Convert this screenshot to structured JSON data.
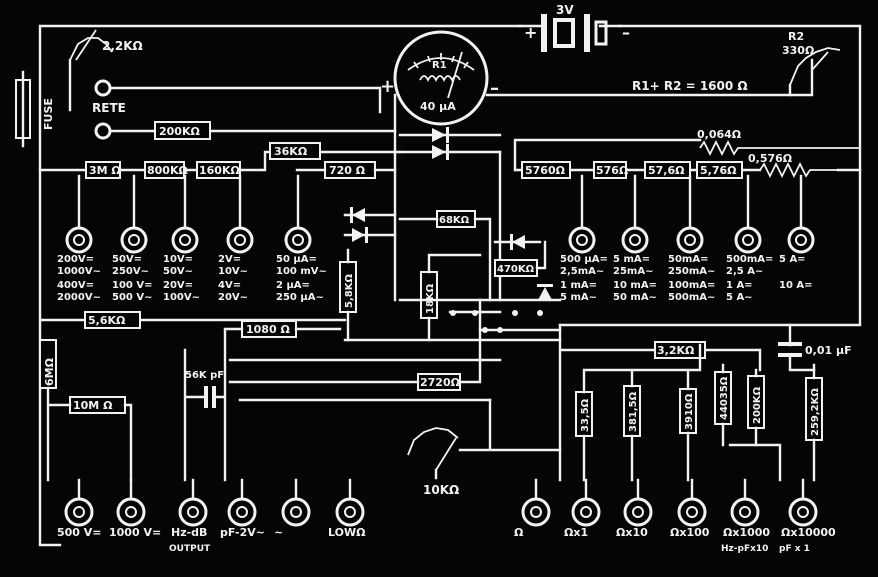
{
  "battery": {
    "label": "3V",
    "plus": "+",
    "minus": "–"
  },
  "meter": {
    "name": "R1",
    "value": "40 µA",
    "plus": "+",
    "minus": "–"
  },
  "r2": {
    "name": "R2",
    "value": "330Ω"
  },
  "sum": "R1+ R2 = 1600 Ω",
  "pot1": "2,2KΩ",
  "pot2": "10KΩ",
  "fuse": "FUSE",
  "rete": "RETE",
  "cap_main": "0,01 µF",
  "cap_small": "56K pF",
  "resistors": {
    "r200k_top": "200KΩ",
    "r3m": "3M Ω",
    "r800k": "800KΩ",
    "r160k": "160KΩ",
    "r36k": "36KΩ",
    "r720": "720 Ω",
    "r5760": "5760Ω",
    "r576": "576Ω",
    "r57_6": "57,6Ω",
    "r5_76": "5,76Ω",
    "r0_064": "0,064Ω",
    "r0_576": "0,576Ω",
    "r68k": "68KΩ",
    "r470k": "470KΩ",
    "r5_8k": "5,8KΩ",
    "r18k": "18KΩ",
    "r5_6k": "5,6KΩ",
    "r1080": "1080 Ω",
    "r2720": "2720Ω",
    "r6m": "6MΩ",
    "r10m": "10M Ω",
    "r3_2k": "3,2KΩ",
    "r33_5": "33,5Ω",
    "r381_5": "381,5Ω",
    "r3910": "3910Ω",
    "r44035": "44035Ω",
    "r200k_v": "200KΩ",
    "r259_2k": "259,2KΩ"
  },
  "top_jacks": [
    {
      "l1": "200V=",
      "l2": "1000V~",
      "l3": "400V=",
      "l4": "2000V~"
    },
    {
      "l1": "50V=",
      "l2": "250V~",
      "l3": "100 V=",
      "l4": "500 V~"
    },
    {
      "l1": "10V=",
      "l2": "50V~",
      "l3": "20V=",
      "l4": "100V~"
    },
    {
      "l1": "2V=",
      "l2": "10V~",
      "l3": "4V=",
      "l4": "20V~"
    },
    {
      "l1": "50 µA=",
      "l2": "100 mV~",
      "l3": "2    µA=",
      "l4": "250 µA~"
    },
    {
      "l1": "500 µA=",
      "l2": "2,5mA~",
      "l3": "1 mA=",
      "l4": "5 mA~"
    },
    {
      "l1": "5 mA=",
      "l2": "25mA~",
      "l3": "10 mA=",
      "l4": "50 mA~"
    },
    {
      "l1": "50mA=",
      "l2": "250mA~",
      "l3": "100mA=",
      "l4": "500mA~"
    },
    {
      "l1": "500mA=",
      "l2": "2,5   A~",
      "l3": "1   A=",
      "l4": "5   A~"
    },
    {
      "l1": "5 A=",
      "l2": "",
      "l3": "10 A=",
      "l4": ""
    }
  ],
  "bottom_jacks": [
    {
      "l1": "500 V=",
      "l2": ""
    },
    {
      "l1": "1000 V=",
      "l2": ""
    },
    {
      "l1": "Hz-dB",
      "l2": "OUTPUT"
    },
    {
      "l1": "pF-2V~",
      "l2": ""
    },
    {
      "l1": "~",
      "l2": ""
    },
    {
      "l1": "LOWΩ",
      "l2": ""
    },
    {
      "l1": "Ω",
      "l2": ""
    },
    {
      "l1": "Ωx1",
      "l2": ""
    },
    {
      "l1": "Ωx10",
      "l2": ""
    },
    {
      "l1": "Ωx100",
      "l2": ""
    },
    {
      "l1": "Ωx1000",
      "l2": "Hz-pFx10"
    },
    {
      "l1": "Ωx10000",
      "l2": "pF x 1"
    }
  ]
}
